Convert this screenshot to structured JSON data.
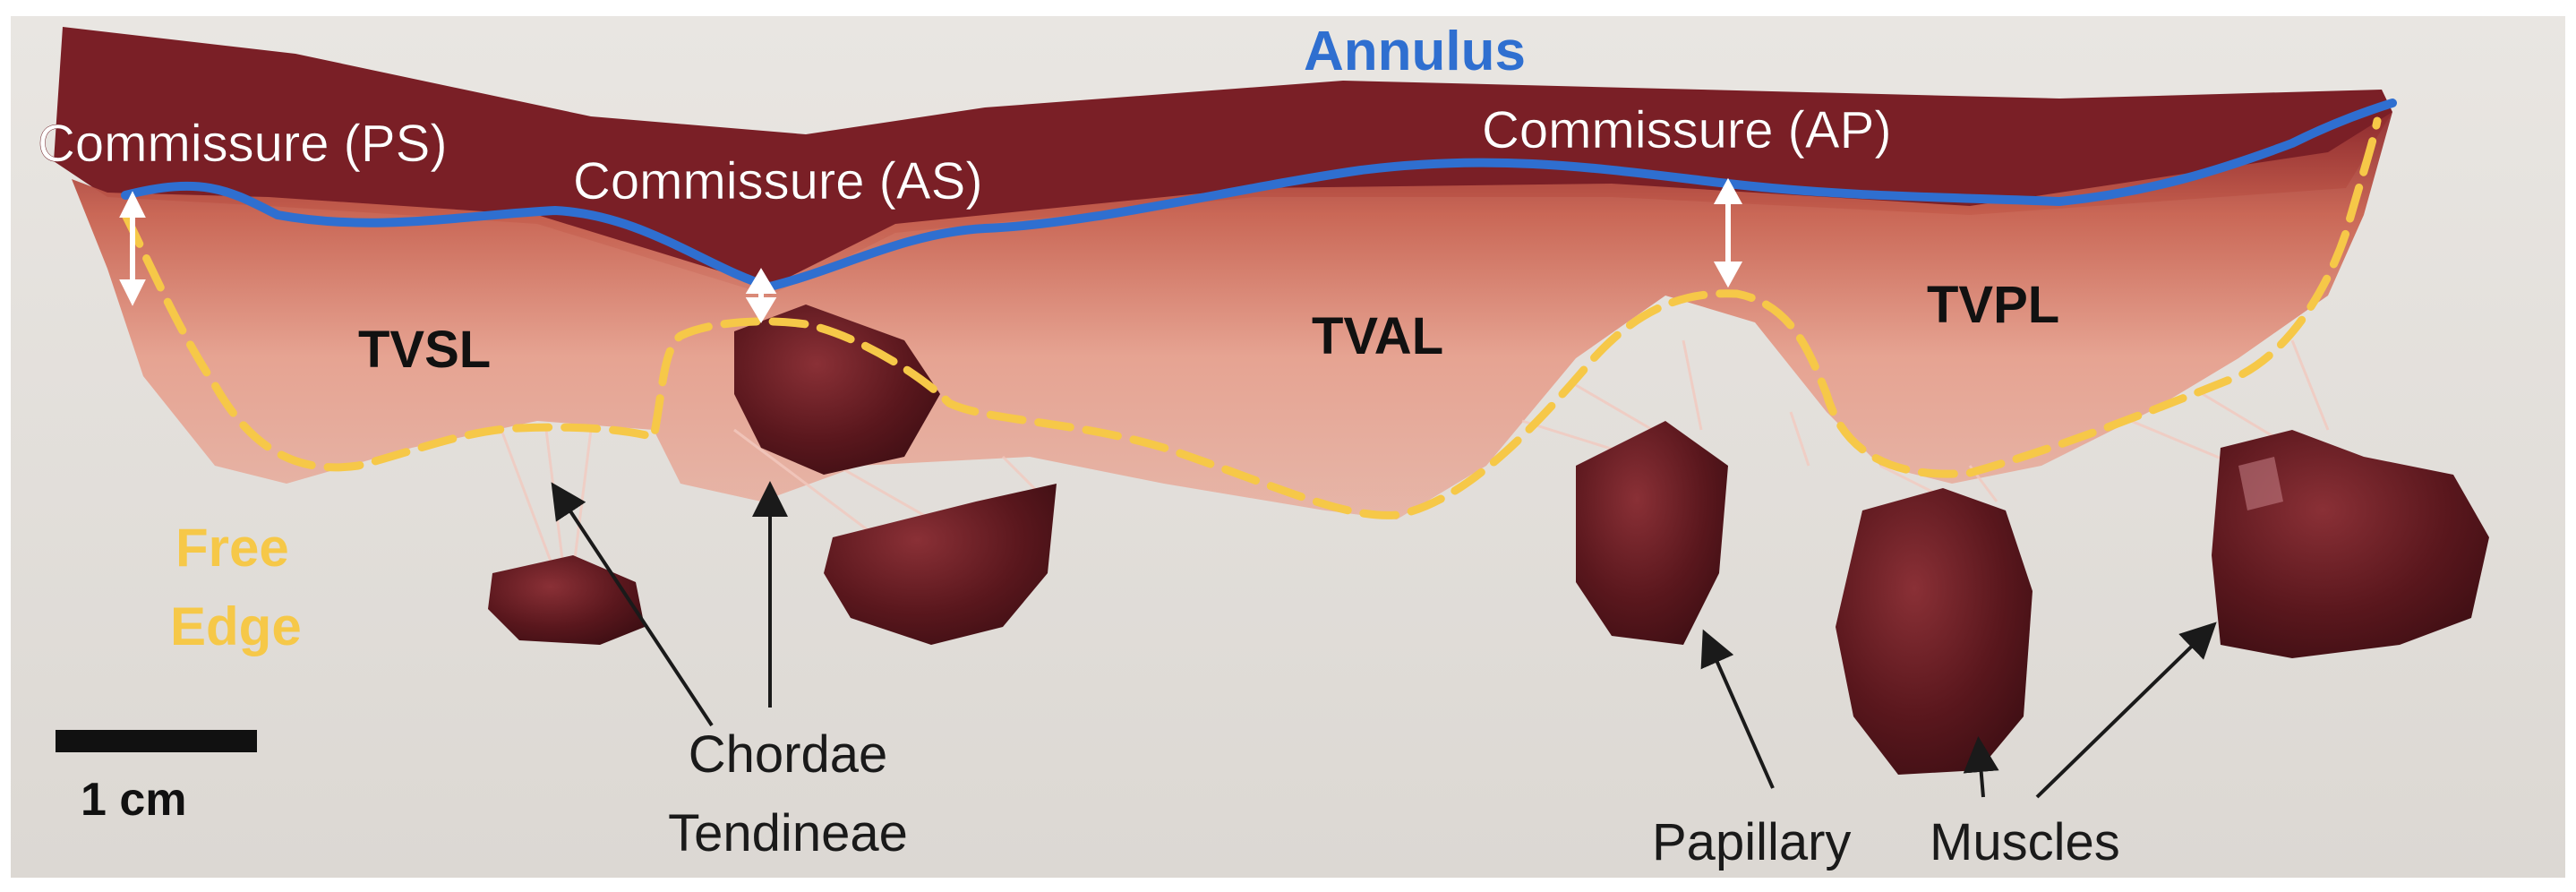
{
  "labels": {
    "annulus": "Annulus",
    "commissure_ps": "Commissure (PS)",
    "commissure_as": "Commissure (AS)",
    "commissure_ap": "Commissure (AP)",
    "leaflet_septal": "TVSL",
    "leaflet_anterior": "TVAL",
    "leaflet_posterior": "TVPL",
    "free_edge_line1": "Free",
    "free_edge_line2": "Edge",
    "chordae_line1": "Chordae",
    "chordae_line2": "Tendineae",
    "papillary": "Papillary",
    "muscles": "Muscles",
    "scale": "1 cm"
  },
  "colors": {
    "annulus": "#2f6fd0",
    "free_edge": "#f6c848",
    "tissue": "#d9806f",
    "tissue_dark": "#5e1a20",
    "background": "#e4e1dd",
    "label_dark": "#1a1a1a",
    "label_white": "#ffffff"
  }
}
